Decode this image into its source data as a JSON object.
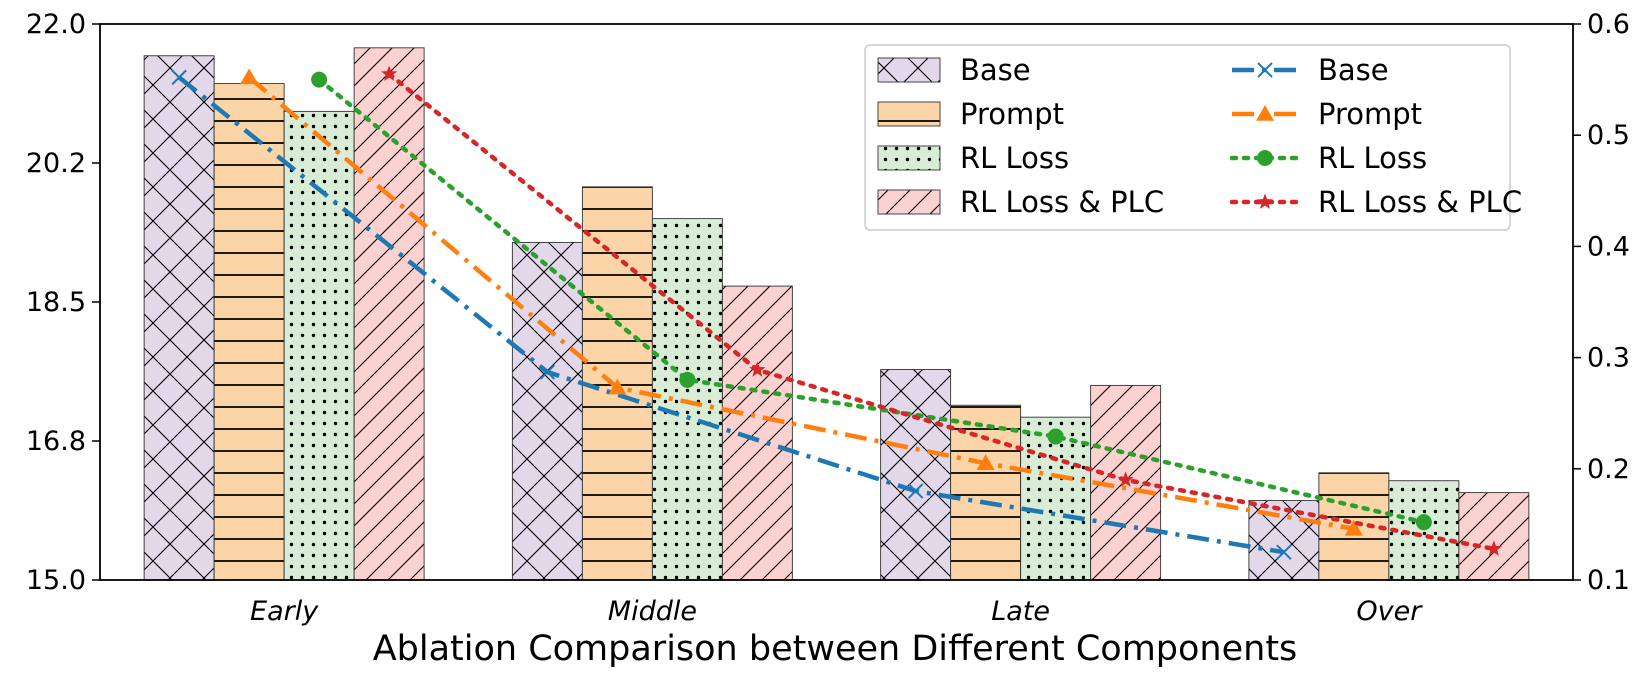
{
  "chart_data": {
    "type": "bar",
    "xlabel": "Ablation Comparison between Different Components",
    "categories": [
      "Early",
      "Middle",
      "Late",
      "Over"
    ],
    "y_left": {
      "lim": [
        15.0,
        22.0
      ],
      "ticks": [
        "15.0",
        "16.8",
        "18.5",
        "20.2",
        "22.0"
      ]
    },
    "y_right": {
      "lim": [
        0.1,
        0.6
      ],
      "ticks": [
        "0.1",
        "0.2",
        "0.3",
        "0.4",
        "0.5",
        "0.6"
      ]
    },
    "bar_series": [
      {
        "name": "Base",
        "values": [
          21.6,
          19.25,
          17.65,
          16.0
        ],
        "fill": "#e2d8ea",
        "hatch": "cross"
      },
      {
        "name": "Prompt",
        "values": [
          21.25,
          19.95,
          17.2,
          16.35
        ],
        "fill": "#fbd5a8",
        "hatch": "hlines"
      },
      {
        "name": "RL Loss",
        "values": [
          20.9,
          19.55,
          17.05,
          16.25
        ],
        "fill": "#d8ecd6",
        "hatch": "dots"
      },
      {
        "name": "RL Loss & PLC",
        "values": [
          21.7,
          18.7,
          17.45,
          16.1
        ],
        "fill": "#fcd2d0",
        "hatch": "diag"
      }
    ],
    "line_series": [
      {
        "name": "Base",
        "values": [
          0.552,
          0.287,
          0.18,
          0.125
        ],
        "color": "#1f77b4",
        "marker": "x",
        "dash": "dashdot"
      },
      {
        "name": "Prompt",
        "values": [
          0.552,
          0.273,
          0.205,
          0.146
        ],
        "color": "#ff7f0e",
        "marker": "triangle",
        "dash": "dashdot"
      },
      {
        "name": "RL Loss",
        "values": [
          0.55,
          0.28,
          0.229,
          0.152
        ],
        "color": "#2ca02c",
        "marker": "circle",
        "dash": "dotted"
      },
      {
        "name": "RL Loss & PLC",
        "values": [
          0.555,
          0.289,
          0.19,
          0.128
        ],
        "color": "#d62728",
        "marker": "star",
        "dash": "dotted"
      }
    ],
    "legend_position": "top-right",
    "grid": false
  }
}
